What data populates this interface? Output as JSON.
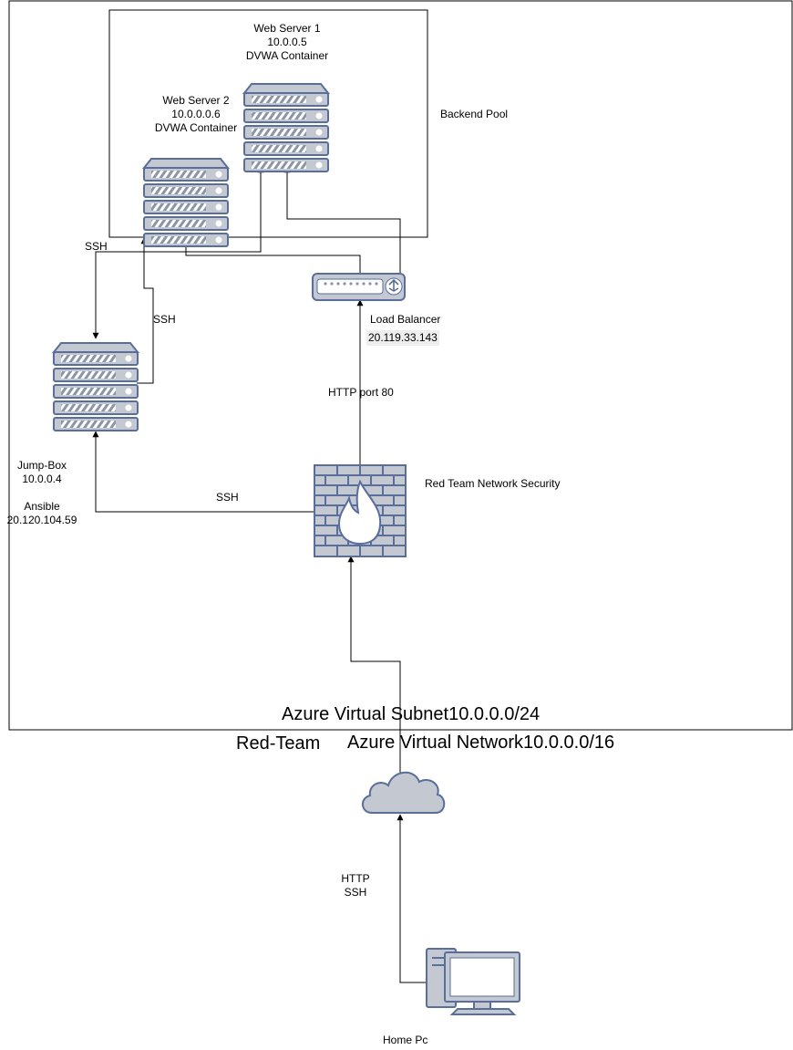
{
  "colors": {
    "icon_fill": "#c3c8d1",
    "icon_stroke": "#5a6e9c",
    "line": "#000000",
    "frame": "#000000"
  },
  "nodes": {
    "web_server_1": {
      "icon": "server-rack-icon",
      "lines": [
        "Web Server 1",
        "10.0.0.5",
        "DVWA Container"
      ]
    },
    "web_server_2": {
      "icon": "server-rack-icon",
      "lines": [
        "Web Server 2",
        "10.0.0.0.6",
        "DVWA Container"
      ]
    },
    "backend_pool": {
      "label": "Backend Pool"
    },
    "load_balancer": {
      "icon": "load-balancer-icon",
      "label": "Load Balancer",
      "ip": "20.119.33.143"
    },
    "jump_box": {
      "icon": "server-rack-icon",
      "lines": [
        "Jump-Box",
        "10.0.0.4",
        "",
        "Ansible",
        "20.120.104.59"
      ]
    },
    "firewall": {
      "icon": "firewall-icon",
      "label": "Red Team Network Security"
    },
    "cloud": {
      "icon": "cloud-icon"
    },
    "home_pc": {
      "icon": "desktop-computer-icon",
      "label": "Home Pc"
    }
  },
  "edges": {
    "ssh_top": "SSH",
    "ssh_jump": "SSH",
    "ssh_bottom": "SSH",
    "http_port_80": "HTTP port 80",
    "home_link": [
      "HTTP",
      "SSH"
    ]
  },
  "regions": {
    "subnet": "Azure Virtual Subnet10.0.0.0/24",
    "vnet_name": "Red-Team",
    "vnet": "Azure Virtual Network10.0.0.0/16"
  }
}
